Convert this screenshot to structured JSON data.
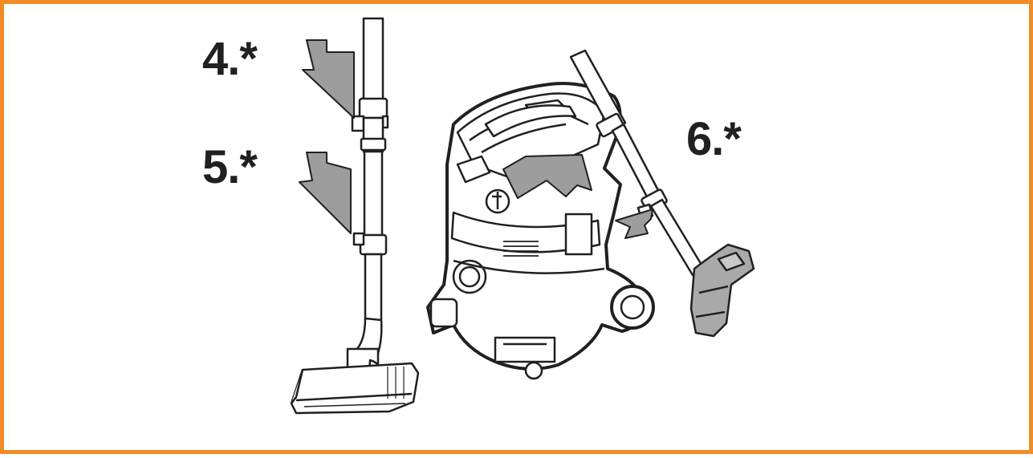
{
  "steps": [
    {
      "label": "4.*"
    },
    {
      "label": "5.*"
    },
    {
      "label": "6.*"
    }
  ],
  "colors": {
    "frame": "#f28c28",
    "arrow": "#9d9d9d",
    "line": "#231f20",
    "accessory": "#a9a9a9"
  },
  "icons": {
    "left": "vertical-suction-tube-floor-nozzle-icon",
    "center": "wet-dry-vacuum-cleaner-icon",
    "right": "parked-suction-tube-floor-nozzle-icon"
  }
}
